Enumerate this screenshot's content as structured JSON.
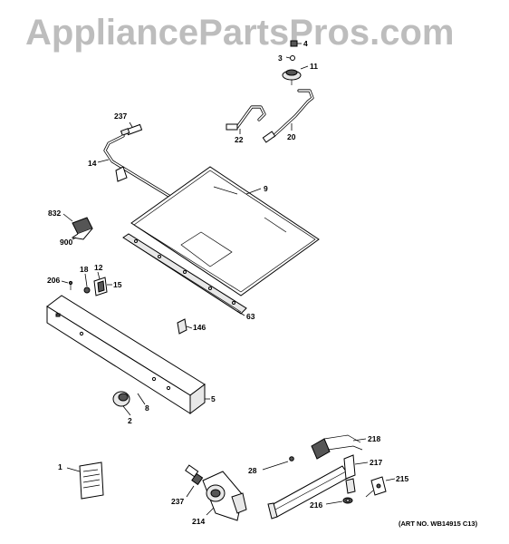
{
  "watermark": "AppliancePartsPros.com",
  "art_number": "(ART NO. WB14915 C13)",
  "callouts": {
    "c4": "4",
    "c3": "3",
    "c11": "11",
    "c237a": "237",
    "c22": "22",
    "c20": "20",
    "c14": "14",
    "c9": "9",
    "c832": "832",
    "c900": "900",
    "c206": "206",
    "c18": "18",
    "c12": "12",
    "c15": "15",
    "c63": "63",
    "c146": "146",
    "c5": "5",
    "c8": "8",
    "c2": "2",
    "c218": "218",
    "c28": "28",
    "c217": "217",
    "c1": "1",
    "c215": "215",
    "c237b": "237",
    "c216": "216",
    "c214": "214"
  }
}
